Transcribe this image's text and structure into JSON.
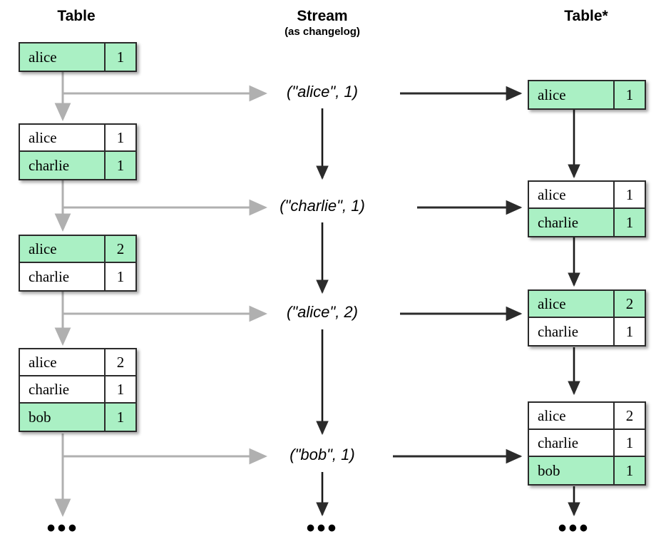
{
  "columns": {
    "left": {
      "title": "Table",
      "subtitle": ""
    },
    "middle": {
      "title": "Stream",
      "subtitle": "(as changelog)"
    },
    "right": {
      "title": "Table*",
      "subtitle": ""
    }
  },
  "left_tables": [
    {
      "rows": [
        {
          "key": "alice",
          "value": "1",
          "highlight": true
        }
      ]
    },
    {
      "rows": [
        {
          "key": "alice",
          "value": "1",
          "highlight": false
        },
        {
          "key": "charlie",
          "value": "1",
          "highlight": true
        }
      ]
    },
    {
      "rows": [
        {
          "key": "alice",
          "value": "2",
          "highlight": true
        },
        {
          "key": "charlie",
          "value": "1",
          "highlight": false
        }
      ]
    },
    {
      "rows": [
        {
          "key": "alice",
          "value": "2",
          "highlight": false
        },
        {
          "key": "charlie",
          "value": "1",
          "highlight": false
        },
        {
          "key": "bob",
          "value": "1",
          "highlight": true
        }
      ]
    }
  ],
  "stream_events": [
    {
      "label": "(\"alice\", 1)"
    },
    {
      "label": "(\"charlie\", 1)"
    },
    {
      "label": "(\"alice\", 2)"
    },
    {
      "label": "(\"bob\", 1)"
    }
  ],
  "right_tables": [
    {
      "rows": [
        {
          "key": "alice",
          "value": "1",
          "highlight": true
        }
      ]
    },
    {
      "rows": [
        {
          "key": "alice",
          "value": "1",
          "highlight": false
        },
        {
          "key": "charlie",
          "value": "1",
          "highlight": true
        }
      ]
    },
    {
      "rows": [
        {
          "key": "alice",
          "value": "2",
          "highlight": true
        },
        {
          "key": "charlie",
          "value": "1",
          "highlight": false
        }
      ]
    },
    {
      "rows": [
        {
          "key": "alice",
          "value": "2",
          "highlight": false
        },
        {
          "key": "charlie",
          "value": "1",
          "highlight": false
        },
        {
          "key": "bob",
          "value": "1",
          "highlight": true
        }
      ]
    }
  ],
  "continuation": {
    "left": "•••",
    "middle": "•••",
    "right": "•••"
  },
  "colors": {
    "highlight_green": "#aaf0c4",
    "border_dark": "#2b2b2b",
    "arrow_gray": "#b0b0b0",
    "arrow_black": "#2b2b2b"
  }
}
